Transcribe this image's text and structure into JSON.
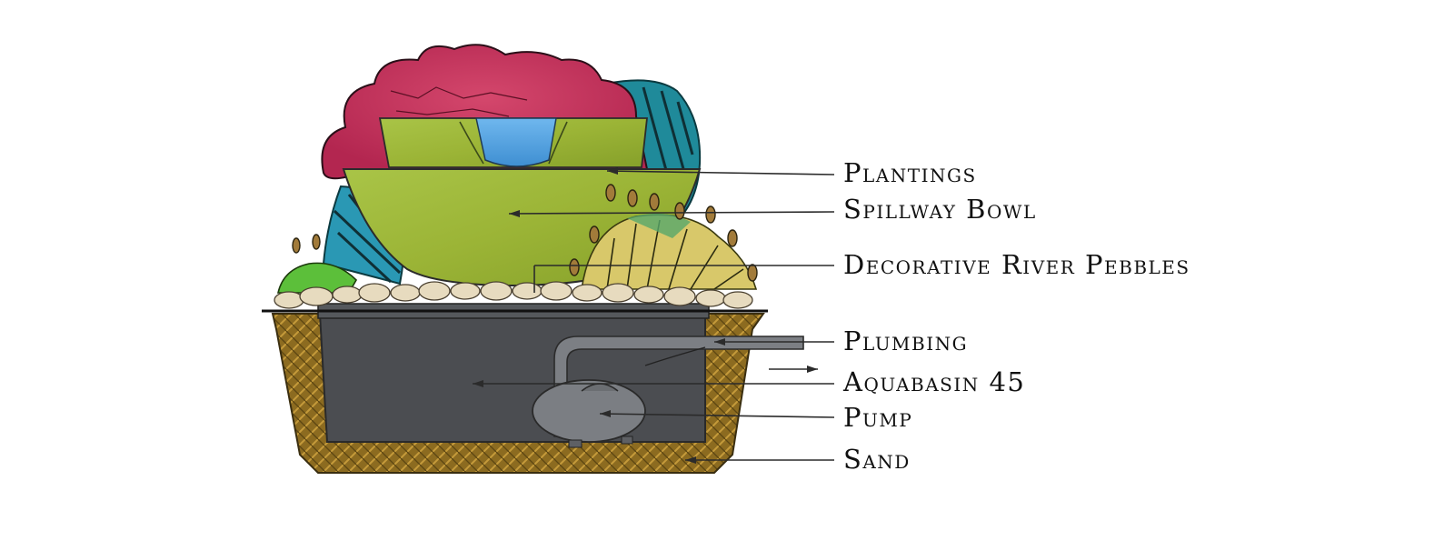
{
  "diagram": {
    "title": "Spillway bowl fountain cross-section",
    "labels": [
      {
        "id": "plantings",
        "text": "Plantings"
      },
      {
        "id": "spillway-bowl",
        "text": "Spillway Bowl"
      },
      {
        "id": "decorative-river-pebbles",
        "text": "Decorative River Pebbles"
      },
      {
        "id": "plumbing",
        "text": "Plumbing"
      },
      {
        "id": "aquabasin",
        "text": "Aquabasin 45"
      },
      {
        "id": "pump",
        "text": "Pump"
      },
      {
        "id": "sand",
        "text": "Sand"
      }
    ]
  },
  "colors": {
    "bowl_green": "#a4bd3c",
    "bowl_green_dark": "#7e9a22",
    "water_blue": "#5aa9e6",
    "plant_red": "#c8325a",
    "plant_teal": "#1f8a9a",
    "basin_gray": "#4a4c50",
    "sand_brown": "#8a6a22",
    "pebble": "#e8dcc0"
  }
}
